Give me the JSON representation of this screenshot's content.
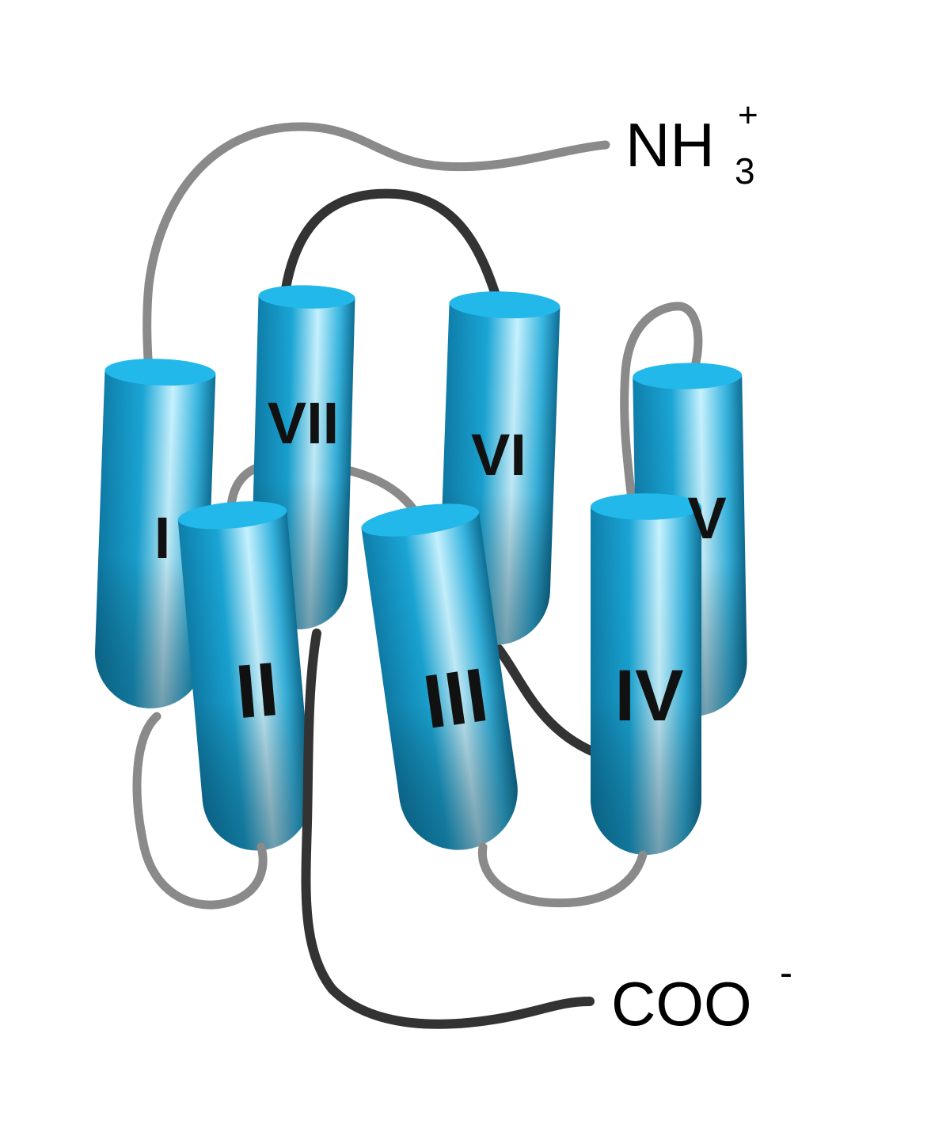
{
  "diagram": {
    "helices": [
      {
        "id": "I",
        "label": "I"
      },
      {
        "id": "II",
        "label": "II"
      },
      {
        "id": "III",
        "label": "III"
      },
      {
        "id": "IV",
        "label": "IV"
      },
      {
        "id": "V",
        "label": "V"
      },
      {
        "id": "VI",
        "label": "VI"
      },
      {
        "id": "VII",
        "label": "VII"
      }
    ],
    "termini": {
      "n": {
        "main": "NH",
        "subscript": "3",
        "superscript": "+"
      },
      "c": {
        "main": "COO",
        "superscript": "-"
      }
    },
    "colors": {
      "helix_light": "#c8f2ff",
      "helix_mid": "#1aa6d6",
      "helix_dark": "#0b5f7c",
      "helix_cap": "#22b8ea",
      "loop_light": "#8a8a8a",
      "loop_dark": "#333333",
      "label": "#111111"
    }
  }
}
